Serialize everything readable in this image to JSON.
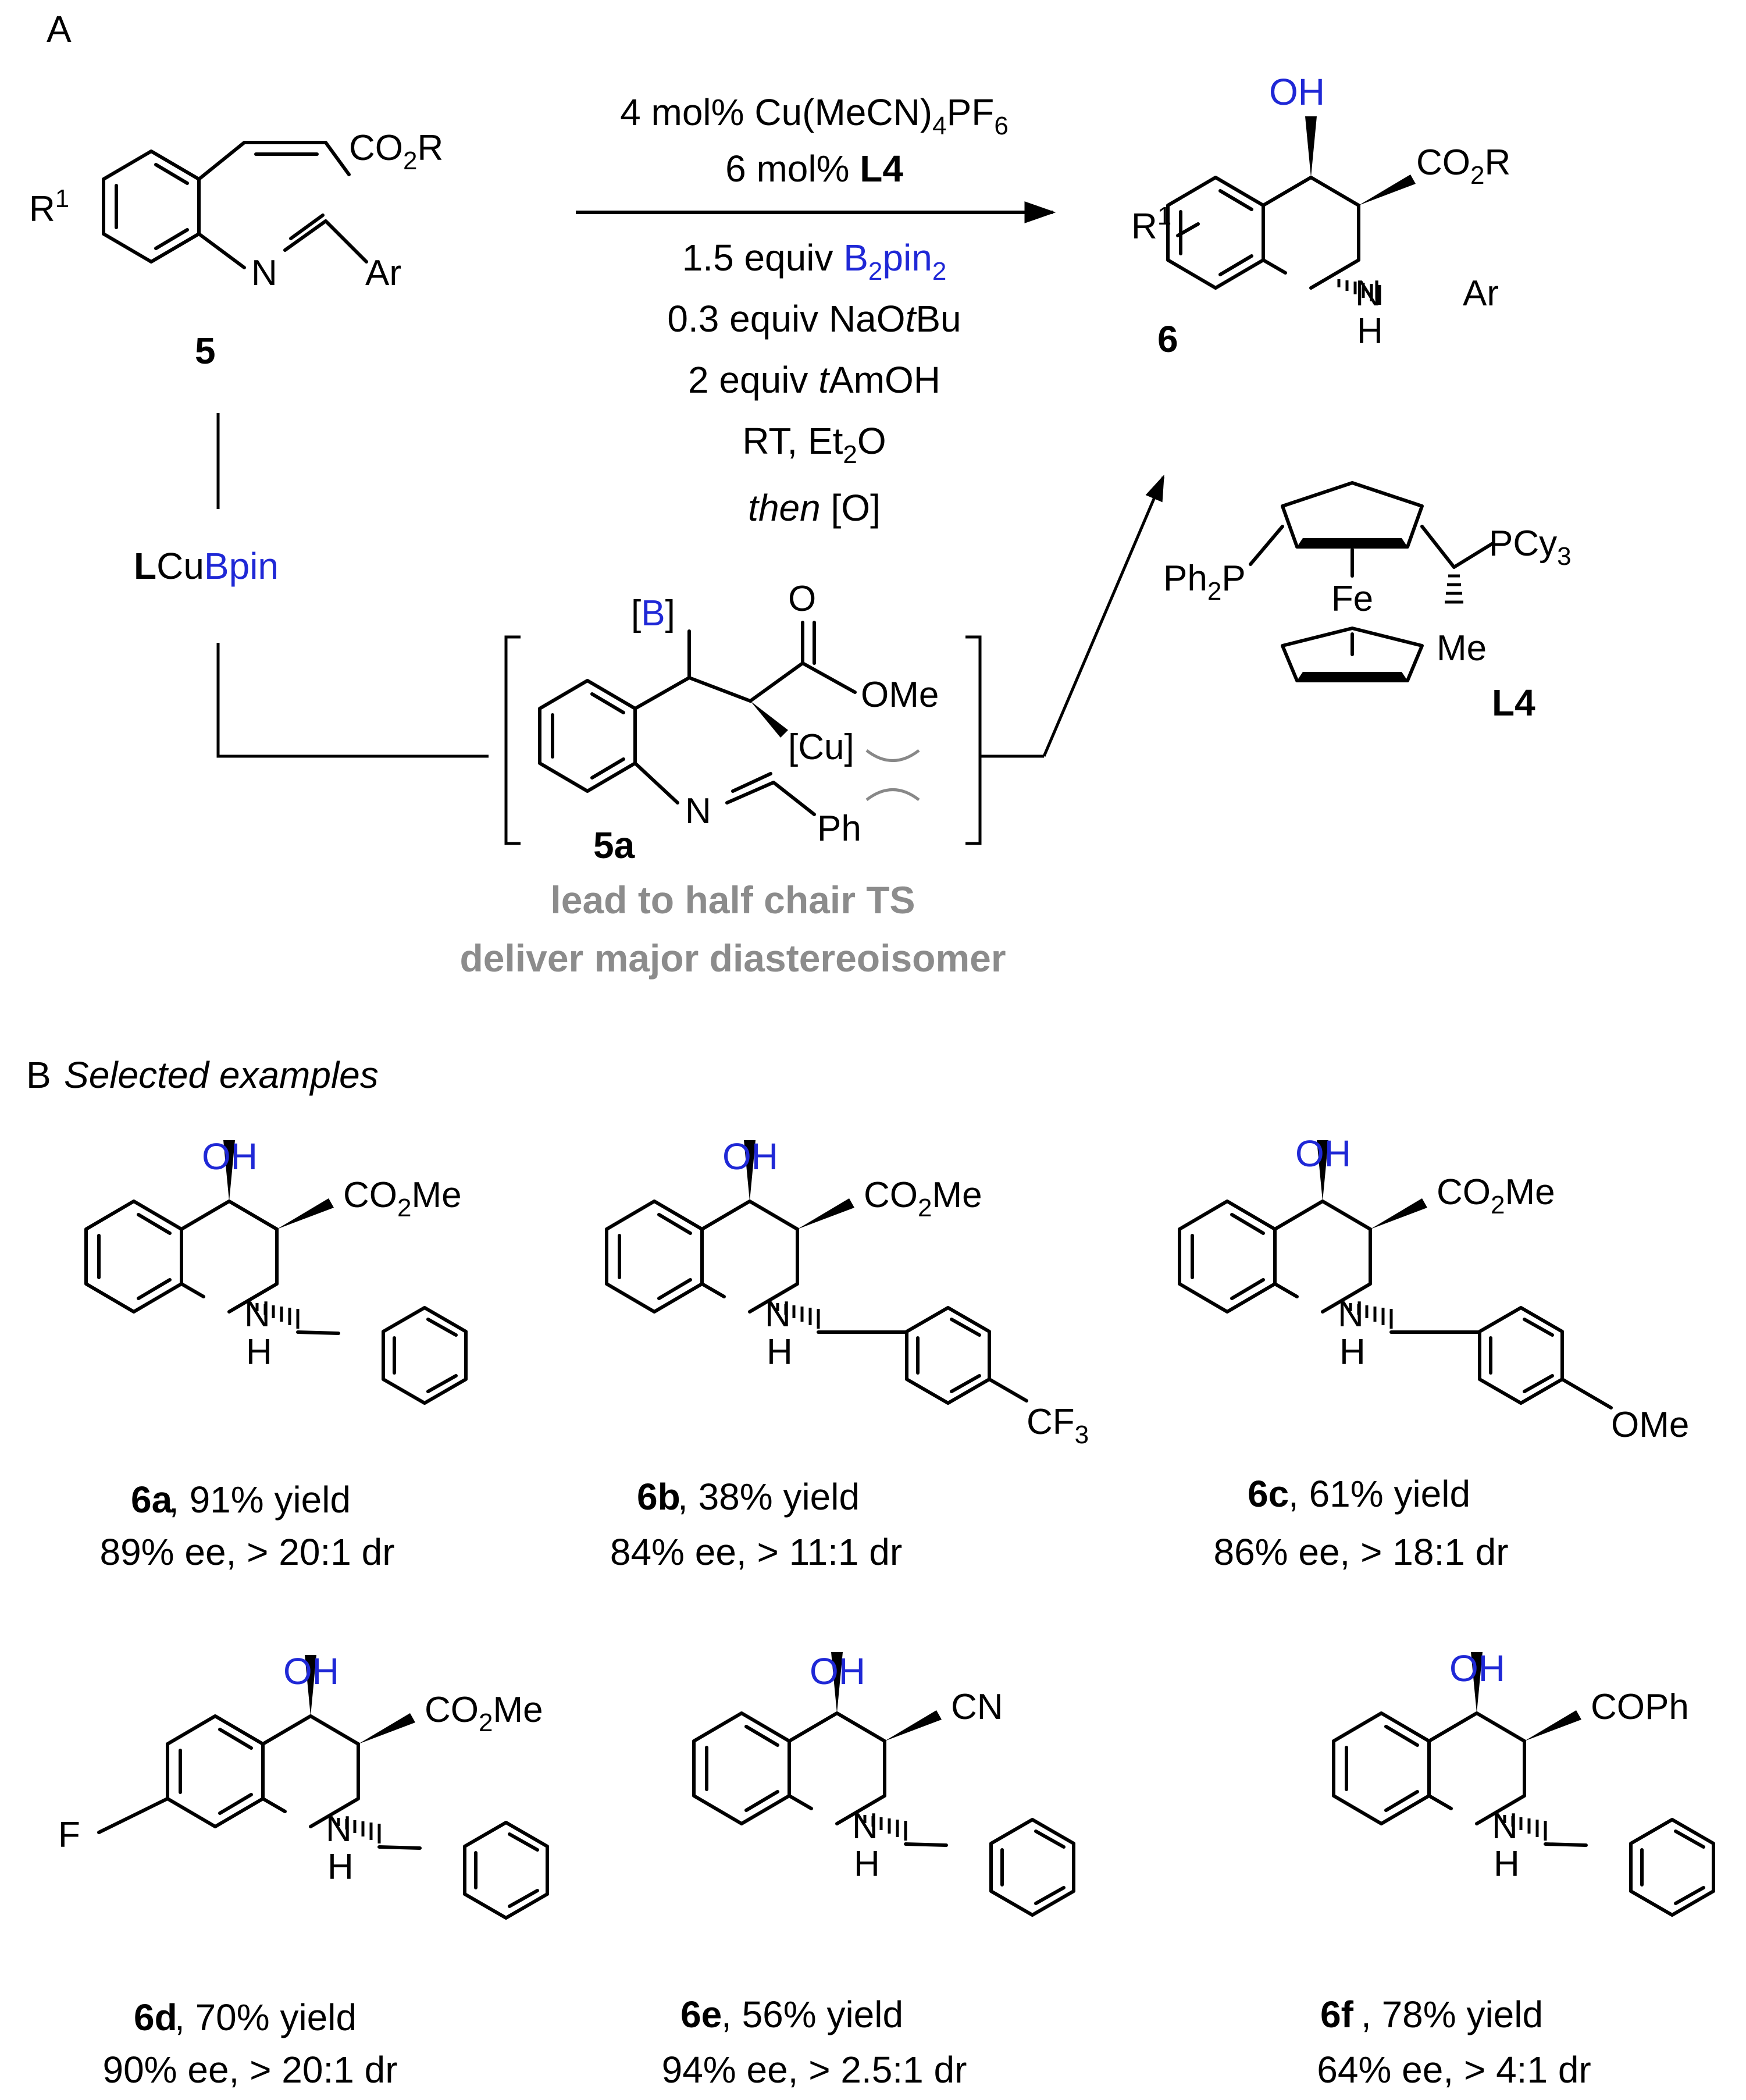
{
  "panel_a": {
    "letter": "A",
    "substrate": {
      "ester": "CO2R",
      "r1": "R1",
      "imine_n": "N",
      "aryl": "Ar",
      "number": "5"
    },
    "conditions": [
      "4 mol% Cu(MeCN)4PF6",
      "6 mol% L4",
      "1.5 equiv B2pin2",
      "0.3 equiv NaOtBu",
      "2 equiv tAmOH",
      "RT, Et2O",
      "then [O]"
    ],
    "product": {
      "oh": "OH",
      "ester": "CO2R",
      "r1": "R1",
      "nh": "N",
      "h": "H",
      "aryl": "Ar",
      "number": "6"
    },
    "catalyst_label": "LCuBpin",
    "intermediate": {
      "boron": "[B]",
      "carbonyl_o": "O",
      "ome": "OMe",
      "copper": "[Cu]",
      "imine_n": "N",
      "phenyl": "Ph",
      "number": "5a"
    },
    "note_line1": "lead to half chair TS",
    "note_line2": "deliver major diastereoisomer",
    "ligand": {
      "ph2p": "Ph2P",
      "pcy3": "PCy3",
      "fe": "Fe",
      "me": "Me",
      "name": "L4"
    }
  },
  "panel_b": {
    "letter": "B",
    "title": "Selected examples",
    "examples": [
      {
        "id": "6a",
        "yield": ", 91% yield",
        "selectivity": "89% ee, > 20:1 dr",
        "oh": "OH",
        "group": "CO2Me",
        "nh": "N",
        "h": "H",
        "aryl_sub": "",
        "ring_sub": ""
      },
      {
        "id": "6b",
        "yield": ", 38% yield",
        "selectivity": "84% ee, > 11:1 dr",
        "oh": "OH",
        "group": "CO2Me",
        "nh": "N",
        "h": "H",
        "aryl_sub": "CF3",
        "ring_sub": ""
      },
      {
        "id": "6c",
        "yield": ", 61% yield",
        "selectivity": "86% ee, > 18:1 dr",
        "oh": "OH",
        "group": "CO2Me",
        "nh": "N",
        "h": "H",
        "aryl_sub": "OMe",
        "ring_sub": ""
      },
      {
        "id": "6d",
        "yield": ", 70% yield",
        "selectivity": "90% ee, > 20:1 dr",
        "oh": "OH",
        "group": "CO2Me",
        "nh": "N",
        "h": "H",
        "aryl_sub": "",
        "ring_sub": "F"
      },
      {
        "id": "6e",
        "yield": ", 56% yield",
        "selectivity": "94% ee, > 2.5:1 dr",
        "oh": "OH",
        "group": "CN",
        "nh": "N",
        "h": "H",
        "aryl_sub": "",
        "ring_sub": ""
      },
      {
        "id": "6f",
        "yield": ", 78% yield",
        "selectivity": "64% ee, > 4:1 dr",
        "oh": "OH",
        "group": "COPh",
        "nh": "N",
        "h": "H",
        "aryl_sub": "",
        "ring_sub": ""
      }
    ]
  },
  "colors": {
    "boron_highlight": "#1f28d6",
    "note_grey": "#8c8c8c"
  }
}
